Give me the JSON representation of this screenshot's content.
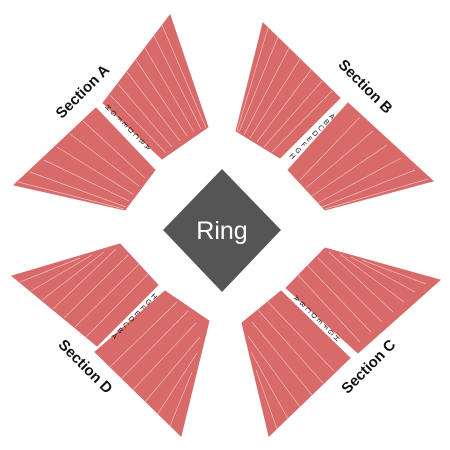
{
  "colors": {
    "seat_fill": "#d96a6a",
    "ring_fill": "#555555",
    "ring_text": "#ffffff",
    "label_text": "#111111",
    "background": "#ffffff"
  },
  "ring": {
    "label": "Ring"
  },
  "sections": [
    {
      "id": "a",
      "label": "Section A",
      "rows": [
        "A",
        "B",
        "C",
        "D",
        "E",
        "F",
        "G",
        "H"
      ]
    },
    {
      "id": "b",
      "label": "Section B",
      "rows": [
        "A",
        "B",
        "C",
        "D",
        "E",
        "F",
        "G",
        "H"
      ]
    },
    {
      "id": "c",
      "label": "Section C",
      "rows": [
        "A",
        "B",
        "C",
        "D",
        "E",
        "F",
        "G",
        "H"
      ]
    },
    {
      "id": "d",
      "label": "Section D",
      "rows": [
        "A",
        "B",
        "C",
        "D",
        "E",
        "F",
        "G",
        "H"
      ]
    }
  ]
}
